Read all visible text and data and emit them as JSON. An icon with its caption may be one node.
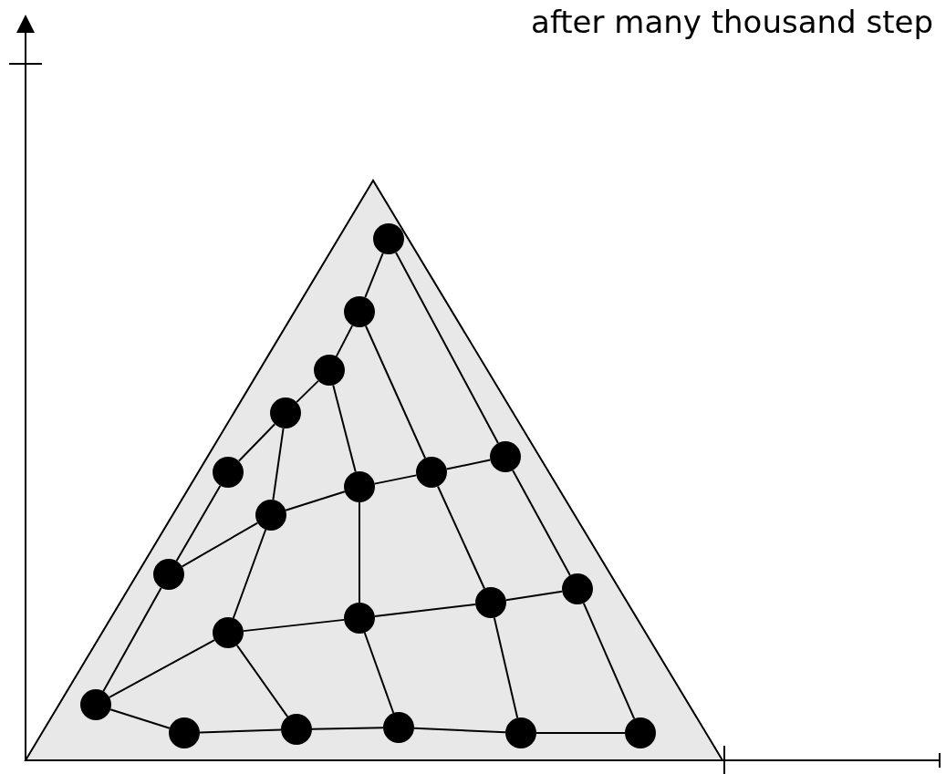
{
  "diagram": {
    "title": "after many thousand step",
    "nodes": [
      {
        "text": [],
        "shape": "circle"
      },
      {
        "text": [],
        "shape": "circle"
      },
      {
        "text": [],
        "shape": "circle"
      },
      {
        "text": [],
        "shape": "circle"
      },
      {
        "text": [],
        "shape": "circle"
      },
      {
        "text": [],
        "shape": "circle"
      },
      {
        "text": [],
        "shape": "circle"
      },
      {
        "text": [],
        "shape": "circle"
      },
      {
        "text": [],
        "shape": "circle"
      },
      {
        "text": [],
        "shape": "circle"
      },
      {
        "text": [],
        "shape": "circle"
      },
      {
        "text": [],
        "shape": "circle"
      },
      {
        "text": [],
        "shape": "circle"
      },
      {
        "text": [],
        "shape": "circle"
      },
      {
        "text": [],
        "shape": "circle"
      },
      {
        "text": [],
        "shape": "circle"
      },
      {
        "text": [],
        "shape": "circle"
      },
      {
        "text": [],
        "shape": "circle"
      },
      {
        "text": [],
        "shape": "circle"
      },
      {
        "text": [],
        "shape": "circle"
      }
    ],
    "edges": [
      {
        "from": 0,
        "to": 1,
        "arrow": "none"
      },
      {
        "from": 0,
        "to": 4,
        "arrow": "none"
      },
      {
        "from": 1,
        "to": 2,
        "arrow": "none"
      },
      {
        "from": 1,
        "to": 6,
        "arrow": "none"
      },
      {
        "from": 2,
        "to": 3,
        "arrow": "none"
      },
      {
        "from": 2,
        "to": 7,
        "arrow": "none"
      },
      {
        "from": 3,
        "to": 5,
        "arrow": "none"
      },
      {
        "from": 3,
        "to": 8,
        "arrow": "none"
      },
      {
        "from": 5,
        "to": 9,
        "arrow": "none"
      },
      {
        "from": 9,
        "to": 8,
        "arrow": "none"
      },
      {
        "from": 8,
        "to": 7,
        "arrow": "none"
      },
      {
        "from": 7,
        "to": 6,
        "arrow": "none"
      },
      {
        "from": 6,
        "to": 4,
        "arrow": "none"
      },
      {
        "from": 9,
        "to": 14,
        "arrow": "none"
      },
      {
        "from": 8,
        "to": 13,
        "arrow": "none"
      },
      {
        "from": 7,
        "to": 12,
        "arrow": "none"
      },
      {
        "from": 6,
        "to": 11,
        "arrow": "none"
      },
      {
        "from": 4,
        "to": 10,
        "arrow": "none"
      },
      {
        "from": 14,
        "to": 13,
        "arrow": "none"
      },
      {
        "from": 13,
        "to": 12,
        "arrow": "none"
      },
      {
        "from": 12,
        "to": 11,
        "arrow": "none"
      },
      {
        "from": 11,
        "to": 10,
        "arrow": "none"
      },
      {
        "from": 13,
        "to": 16,
        "arrow": "none"
      },
      {
        "from": 12,
        "to": 15,
        "arrow": "none"
      },
      {
        "from": 11,
        "to": 18,
        "arrow": "none"
      },
      {
        "from": 10,
        "to": 19,
        "arrow": "none"
      },
      {
        "from": 14,
        "to": 17,
        "arrow": "none"
      },
      {
        "from": 17,
        "to": 16,
        "arrow": "none"
      },
      {
        "from": 16,
        "to": 15,
        "arrow": "none"
      },
      {
        "from": 15,
        "to": 18,
        "arrow": "none"
      },
      {
        "from": 18,
        "to": 19,
        "arrow": "none"
      }
    ]
  }
}
